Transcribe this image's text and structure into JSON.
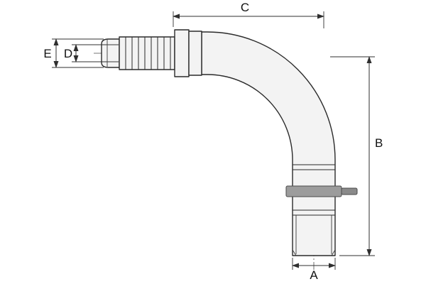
{
  "diagram": {
    "type": "technical-drawing",
    "subject": "90-degree elbow hose fitting with barbed shank",
    "dimension_labels": {
      "a": "A",
      "b": "B",
      "c": "C",
      "d": "D",
      "e": "E"
    },
    "colors": {
      "outline": "#2a2a2a",
      "part_fill": "#f3f3f3",
      "collar_gray": "#9c9c9c",
      "collar_tab_gray": "#8a8a8a",
      "background": "#ffffff"
    }
  }
}
